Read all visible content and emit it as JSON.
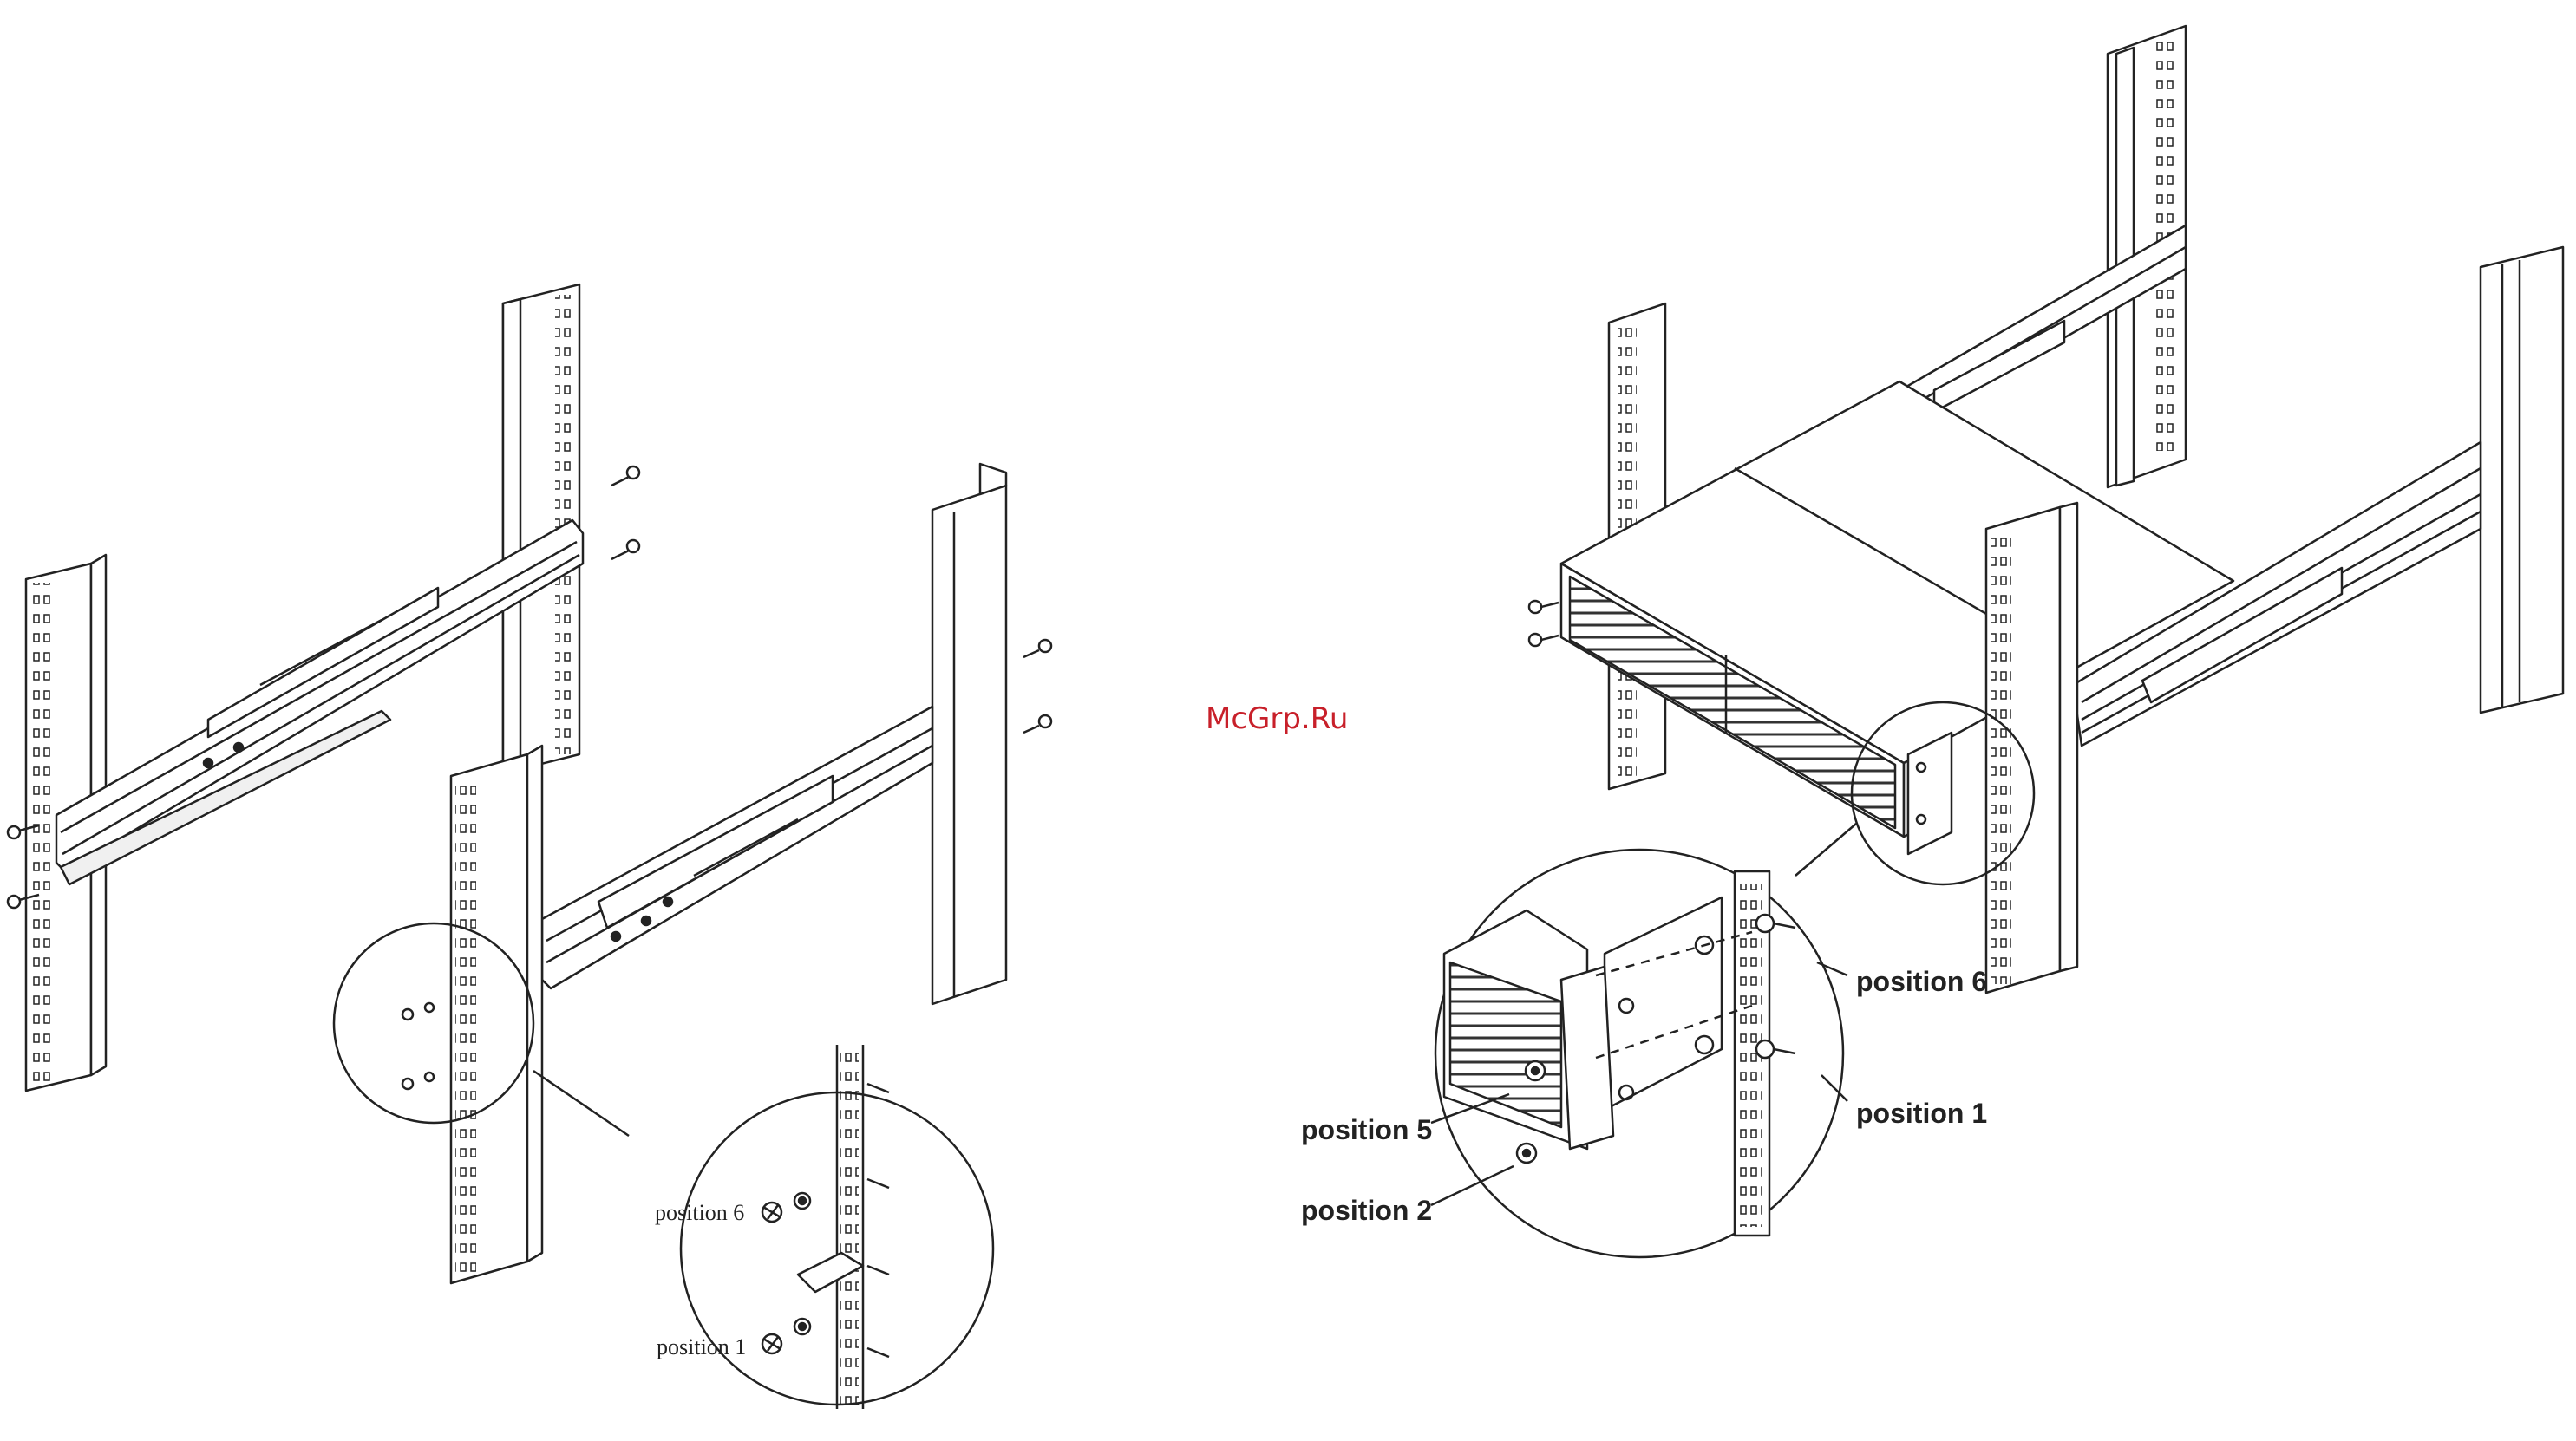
{
  "watermark": "McGrp.Ru",
  "left_figure": {
    "labels": {
      "position_6": "position 6",
      "position_1": "position 1"
    }
  },
  "right_figure": {
    "labels": {
      "position_6": "position 6",
      "position_1": "position 1",
      "position_5": "position 5",
      "position_2": "position 2"
    }
  },
  "colors": {
    "line": "#222222",
    "bg": "#ffffff",
    "shade": "#e6e6e6",
    "watermark": "#c8202a"
  }
}
